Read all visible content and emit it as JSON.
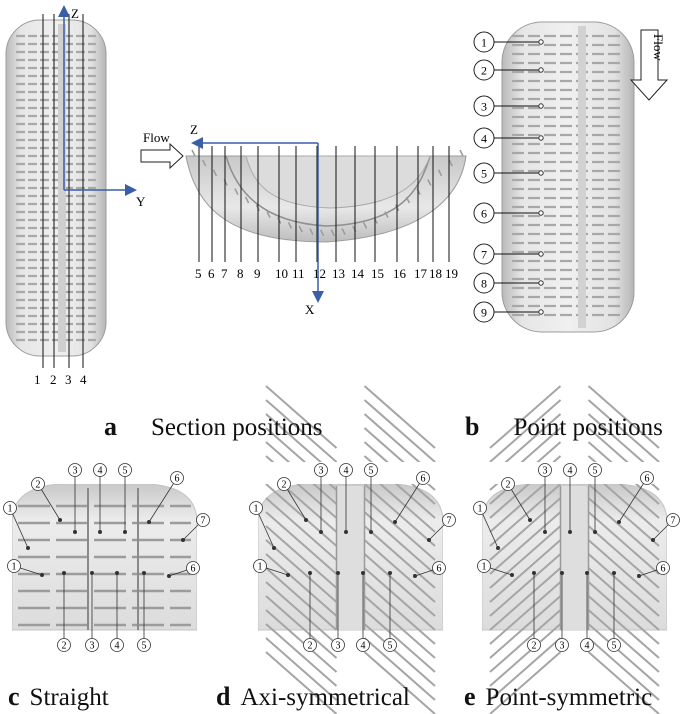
{
  "panel_a": {
    "letter": "a",
    "title": "Section positions",
    "axis_y": "Y",
    "axis_z": "Z",
    "axis_x": "X",
    "flow": "Flow",
    "front_sections": [
      "1",
      "2",
      "3",
      "4"
    ],
    "side_sections": [
      "5",
      "6",
      "7",
      "8",
      "9",
      "10",
      "11",
      "12",
      "13",
      "14",
      "15",
      "16",
      "17",
      "18",
      "19"
    ]
  },
  "panel_b": {
    "letter": "b",
    "title": "Point positions",
    "flow": "Flow",
    "points": [
      "1",
      "2",
      "3",
      "4",
      "5",
      "6",
      "7",
      "8",
      "9"
    ]
  },
  "panel_c": {
    "letter": "c",
    "title": "Straight",
    "top_labels": [
      "3",
      "4",
      "5"
    ],
    "bottom_labels": [
      "2",
      "3",
      "4",
      "5"
    ],
    "left_labels": [
      "2",
      "1",
      "1"
    ],
    "right_labels": [
      "6",
      "7",
      "6"
    ]
  },
  "panel_d": {
    "letter": "d",
    "title": "Axi-symmetrical",
    "top_labels": [
      "3",
      "4",
      "5"
    ],
    "bottom_labels": [
      "2",
      "3",
      "4",
      "5"
    ],
    "left_labels": [
      "2",
      "1",
      "1"
    ],
    "right_labels": [
      "6",
      "7",
      "6"
    ]
  },
  "panel_e": {
    "letter": "e",
    "title": "Point-symmetric",
    "top_labels": [
      "3",
      "4",
      "5"
    ],
    "bottom_labels": [
      "2",
      "3",
      "4",
      "5"
    ],
    "left_labels": [
      "2",
      "1",
      "1"
    ],
    "right_labels": [
      "6",
      "7",
      "6"
    ]
  },
  "colors": {
    "axis": "#3a5fa8",
    "tire": "#dcdcdc",
    "groove": "#9a9a9a",
    "line": "#111111"
  }
}
